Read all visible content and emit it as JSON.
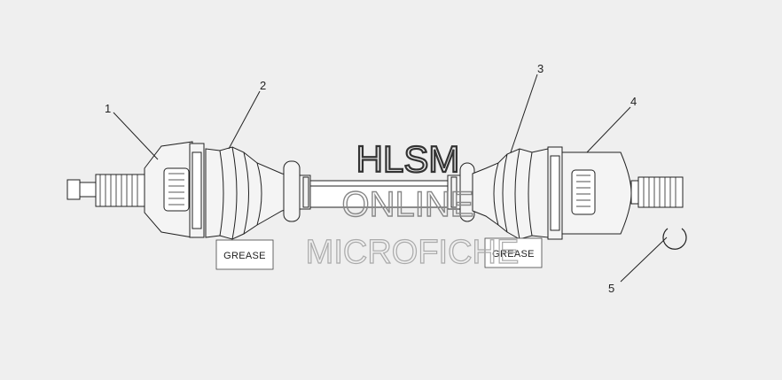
{
  "diagram": {
    "callouts": [
      {
        "id": 1,
        "label": "1"
      },
      {
        "id": 2,
        "label": "2"
      },
      {
        "id": 3,
        "label": "3"
      },
      {
        "id": 4,
        "label": "4"
      },
      {
        "id": 5,
        "label": "5"
      }
    ],
    "grease_labels": [
      "GREASE",
      "GREASE"
    ],
    "watermark": {
      "line1": "HLSM",
      "line2": "ONLINE",
      "line3": "MICROFICHE"
    }
  }
}
